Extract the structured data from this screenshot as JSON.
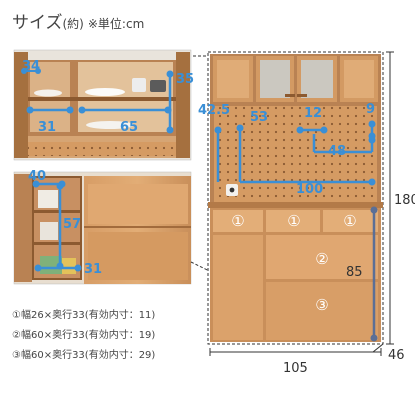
{
  "header": {
    "title": "サイズ",
    "unit": "(約)",
    "note": "※単位:cm"
  },
  "dims": {
    "upper_door_height": "34",
    "upper_shelf_depth": "31",
    "upper_inner_width": "65",
    "upper_inner_height": "35",
    "side_depth": "42.5",
    "open_inner_width": "53",
    "outlet_width": "12",
    "outlet_height": "9",
    "shelf_width": "48",
    "counter_width": "100",
    "total_height": "180",
    "lower_inner_height": "40",
    "lower_inner_mid": "57",
    "lower_inner_depth": "31",
    "cabinet_height": "85",
    "total_width": "105",
    "total_depth": "46"
  },
  "markers": {
    "d1": "①",
    "d2": "②",
    "d3": "③"
  },
  "legend": [
    "①幅26×奥行33(有効内寸：11)",
    "②幅60×奥行33(有効内寸：19)",
    "③幅60×奥行33(有効内寸：29)"
  ],
  "colors": {
    "wood": "#c98f5a",
    "wood_light": "#dca772",
    "dim": "#3a8fd6",
    "dim_dark": "#5b6f96",
    "white": "#ffffff",
    "glass": "#c9c7bf"
  }
}
